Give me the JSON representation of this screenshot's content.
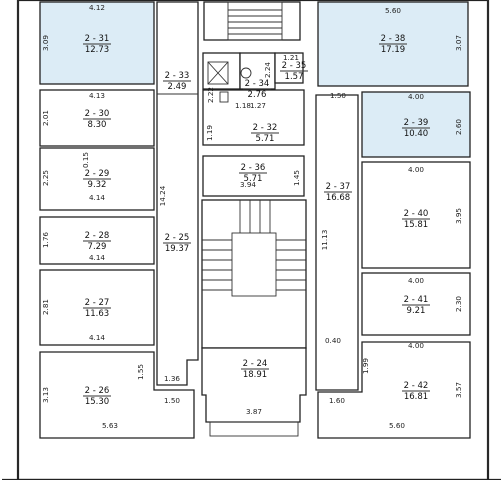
{
  "rooms": [
    {
      "id": "2 - 31",
      "area": "12.73",
      "highlight": true
    },
    {
      "id": "2 - 30",
      "area": "8.30",
      "highlight": false
    },
    {
      "id": "2 - 29",
      "area": "9.32",
      "highlight": false
    },
    {
      "id": "2 - 28",
      "area": "7.29",
      "highlight": false
    },
    {
      "id": "2 - 27",
      "area": "11.63",
      "highlight": false
    },
    {
      "id": "2 - 26",
      "area": "15.30",
      "highlight": false
    },
    {
      "id": "2 - 33",
      "area": "2.49",
      "highlight": false
    },
    {
      "id": "2 - 25",
      "area": "19.37",
      "highlight": false
    },
    {
      "id": "2 - 34",
      "area": "2.76",
      "highlight": false
    },
    {
      "id": "2 - 35",
      "area": "1.57",
      "highlight": false
    },
    {
      "id": "2 - 32",
      "area": "5.71",
      "highlight": false
    },
    {
      "id": "2 - 36",
      "area": "5.71",
      "highlight": false
    },
    {
      "id": "2 - 24",
      "area": "18.91",
      "highlight": false
    },
    {
      "id": "2 - 38",
      "area": "17.19",
      "highlight": true
    },
    {
      "id": "2 - 39",
      "area": "10.40",
      "highlight": true
    },
    {
      "id": "2 - 37",
      "area": "16.68",
      "highlight": false
    },
    {
      "id": "2 - 40",
      "area": "15.81",
      "highlight": false
    },
    {
      "id": "2 - 41",
      "area": "9.21",
      "highlight": false
    },
    {
      "id": "2 - 42",
      "area": "16.81",
      "highlight": false
    }
  ],
  "dimensions": [
    "4.12",
    "3.09",
    "4.13",
    "2.01",
    "0.15",
    "2.25",
    "4.14",
    "1.76",
    "4.14",
    "2.81",
    "4.14",
    "3.13",
    "1.55",
    "5.63",
    "1.36",
    "1.50",
    "14.24",
    "2.22",
    "1.19",
    "1.21",
    "2.24",
    "1.18",
    "1.27",
    "1.45",
    "3.94",
    "3.87",
    "5.60",
    "3.07",
    "1.50",
    "4.00",
    "2.60",
    "4.00",
    "3.95",
    "11.13",
    "4.00",
    "2.30",
    "0.40",
    "4.00",
    "1.99",
    "3.57",
    "1.60",
    "5.60"
  ],
  "colors": {
    "highlight": "#dcecf6",
    "wall": "#222222",
    "background": "#ffffff"
  }
}
